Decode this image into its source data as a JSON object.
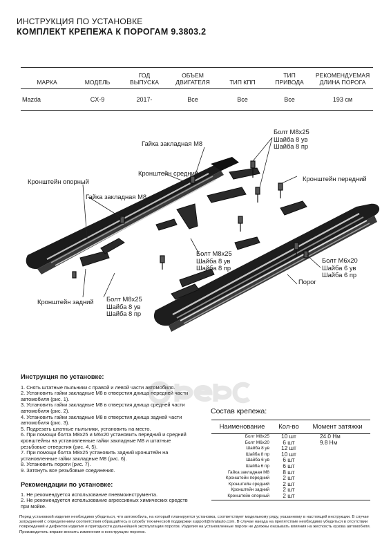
{
  "header": {
    "title": "ИНСТРУКЦИЯ ПО УСТАНОВКЕ",
    "subtitle": "КОМПЛЕКТ КРЕПЕЖА К ПОРОГАМ 9.3803.2"
  },
  "spec_table": {
    "columns": [
      [
        "МАРКА"
      ],
      [
        "МОДЕЛЬ"
      ],
      [
        "ГОД",
        "ВЫПУСКА"
      ],
      [
        "ОБЪЕМ",
        "ДВИГАТЕЛЯ"
      ],
      [
        "ТИП КПП"
      ],
      [
        "ТИП",
        "ПРИВОДА"
      ],
      [
        "РЕКОМЕНДУЕМАЯ",
        "ДЛИНА ПОРОГА"
      ]
    ],
    "row": [
      "Mazda",
      "CX-9",
      "2017-",
      "Все",
      "Все",
      "Все",
      "193 см"
    ]
  },
  "diagram_labels": {
    "nut_top": "Гайка закладная М8",
    "bolt_top": [
      "Болт М8х25",
      "Шайба 8 ув",
      "Шайба 8 пр"
    ],
    "bracket_front": "Кронштейн передний",
    "bracket_middle": "Кронштейн средний",
    "bracket_support": "Кронштейн опорный",
    "nut_left": "Гайка закладная М8",
    "bolt_middle": [
      "Болт М8х25",
      "Шайба 8 ув",
      "Шайба 8 пр"
    ],
    "bolt_right": [
      "Болт М6х20",
      "Шайба 6 ув",
      "Шайба 6 пр"
    ],
    "sill": "Порог",
    "bracket_rear": "Кронштейн задний",
    "bolt_rear": [
      "Болт М8х25",
      "Шайба 8 ув",
      "Шайба 8 пр"
    ]
  },
  "instructions": {
    "heading": "Инструкция по установке:",
    "steps": [
      "1. Снять штатные пыльники с правой и левой части автомобиля.",
      "2. Установить гайки закладные М8 в отверстия днища передней части автомобиля (рис. 1).",
      "3. Установить гайки закладные М8 в отверстия днища средней части автомобиля (рис. 2).",
      "4. Установить гайки закладные М8 в отверстия днища задней части автомобиля (рис. 3).",
      "5. Подрезать штатные пыльники, установить на место.",
      "6. При помощи болта М8х25 и М6х20 установить передний и средний кронштейны на установленные гайки закладные М8 и штатные резьбовые отверстия (рис. 4, 5).",
      "7. При помощи болта М8х25 установить задний кронштейн на установленные гайки закладные М8 (рис. 6).",
      "8. Установить пороги (рис. 7).",
      "9. Затянуть все резьбовые соединения."
    ]
  },
  "recommendations": {
    "heading": "Рекомендации по установке:",
    "items": [
      "1. Не рекомендуется использование пневмоинструмента.",
      "2. Не рекомендуется использование агрессивных химических средств при мойке."
    ]
  },
  "kit": {
    "title": "Состав крепежа:",
    "headers": [
      "Наименование",
      "Кол-во",
      "Момент затяжки"
    ],
    "rows": [
      [
        "Болт М8х25",
        "10 шт",
        "24.0 Нм"
      ],
      [
        "Болт М6х20",
        "6 шт",
        "9.8 Нм"
      ],
      [
        "Шайба 8 ув",
        "12 шт",
        ""
      ],
      [
        "Шайба 8 пр",
        "10 шт",
        ""
      ],
      [
        "Шайба 6 ув",
        "6 шт",
        ""
      ],
      [
        "Шайба 6 пр",
        "6 шт",
        ""
      ],
      [
        "Гайка закладная М8",
        "8 шт",
        ""
      ],
      [
        "Кронштейн передний",
        "2 шт",
        ""
      ],
      [
        "Кронштейн средний",
        "2 шт",
        ""
      ],
      [
        "Кронштейн задний",
        "2 шт",
        ""
      ],
      [
        "Кронштейн опорный",
        "2 шт",
        ""
      ]
    ]
  },
  "footer": "Перед установкой изделия необходимо убедиться, что автомобиль, на который планируется установка, соответствует модельному ряду, указанному в настоящей инструкции. В случае затруднений с определением соответствия обращайтесь в службу технической поддержки support@rivalauto.com. В случае наезда на препятствие необходимо убедиться в отсутствии повреждений и дефектов изделия и пригодности дальнейшей эксплуатации порогов. Изделия на установленные пороги не должны оказывать влияния на жесткость кузова автомобиля. Производитель вправе вносить изменения в конструкцию порогов."
}
